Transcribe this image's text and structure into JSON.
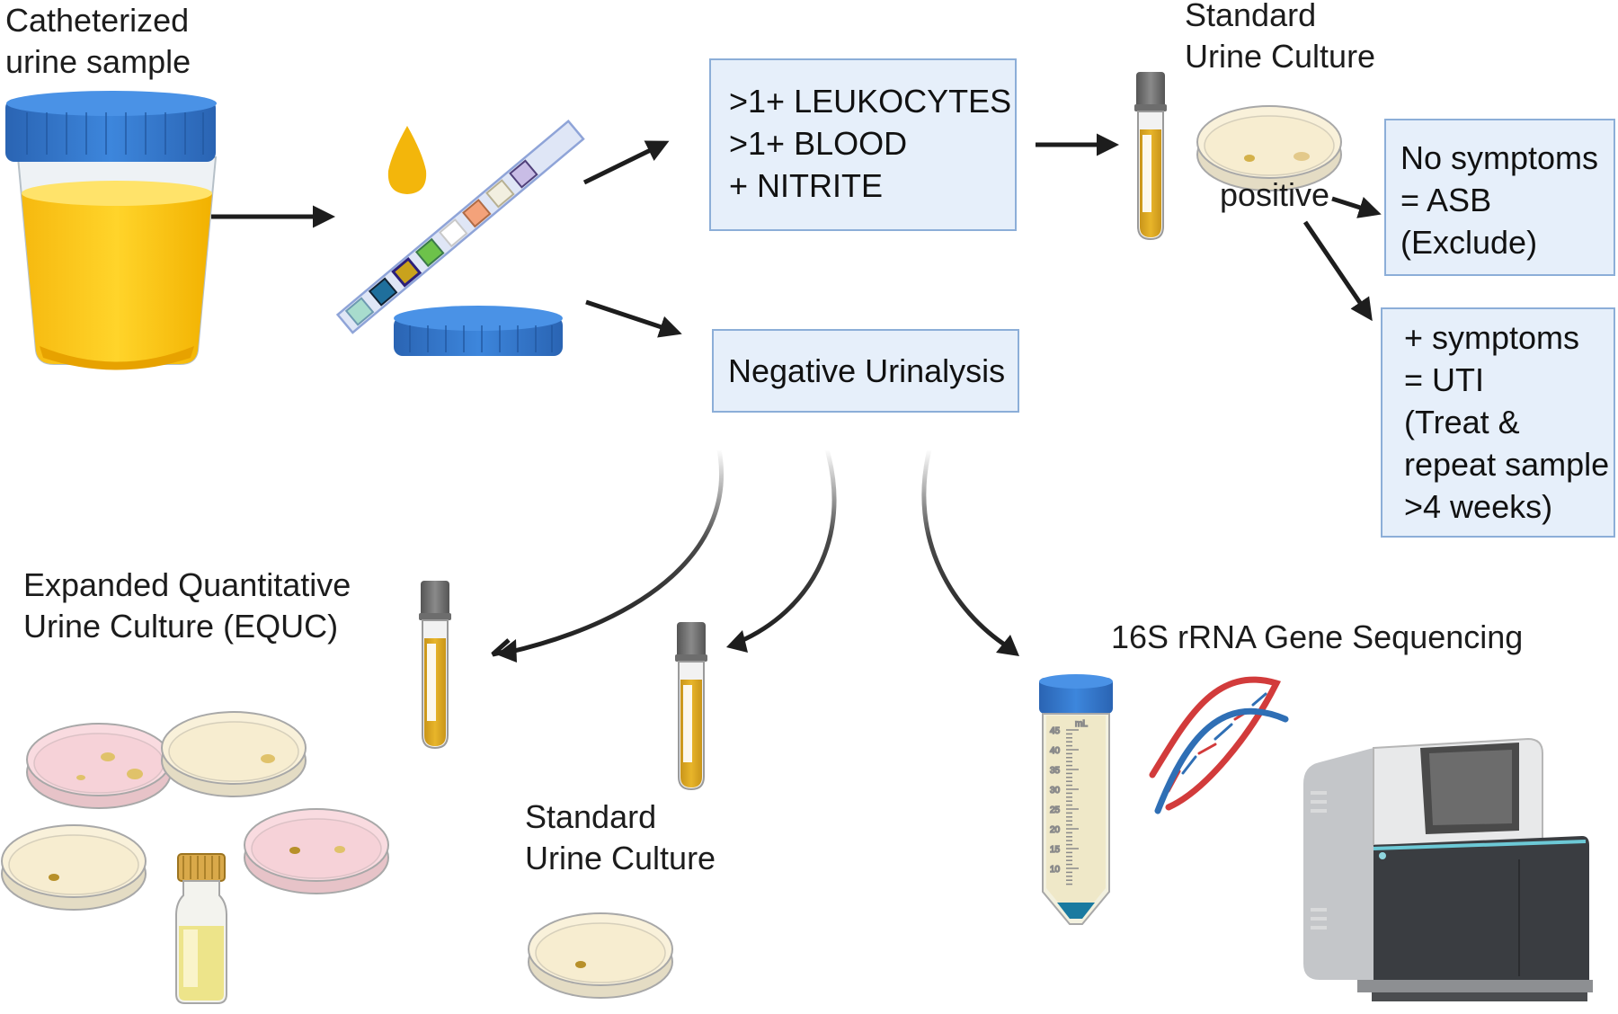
{
  "labels": {
    "catheterized": "Catheterized\nurine sample",
    "standard_top": "Standard\nUrine Culture",
    "positive": "positive",
    "equc": "Expanded Quantitative\nUrine Culture (EQUC)",
    "standard_bottom": "Standard\nUrine Culture",
    "sequencing": "16S rRNA Gene Sequencing"
  },
  "boxes": {
    "positive_ua": ">1+ LEUKOCYTES\n>1+ BLOOD\n+ NITRITE",
    "negative_ua": "Negative Urinalysis",
    "asb": "No symptoms\n= ASB\n(Exclude)",
    "uti": "+ symptoms\n= UTI\n(Treat &\nrepeat sample\n>4 weeks)"
  },
  "tube_scale": {
    "unit": "mL",
    "ticks": [
      "45",
      "40",
      "35",
      "30",
      "25",
      "20",
      "15",
      "10"
    ]
  },
  "colors": {
    "box_fill": "#e6effa",
    "box_border": "#8caed8",
    "cap_blue": "#2f72c6",
    "urine": "#fcc419",
    "tube_urine": "#d9a520",
    "pink_agar": "#f6d4d9",
    "cream_agar": "#f8efd6",
    "arrow": "#1d1d1d"
  }
}
